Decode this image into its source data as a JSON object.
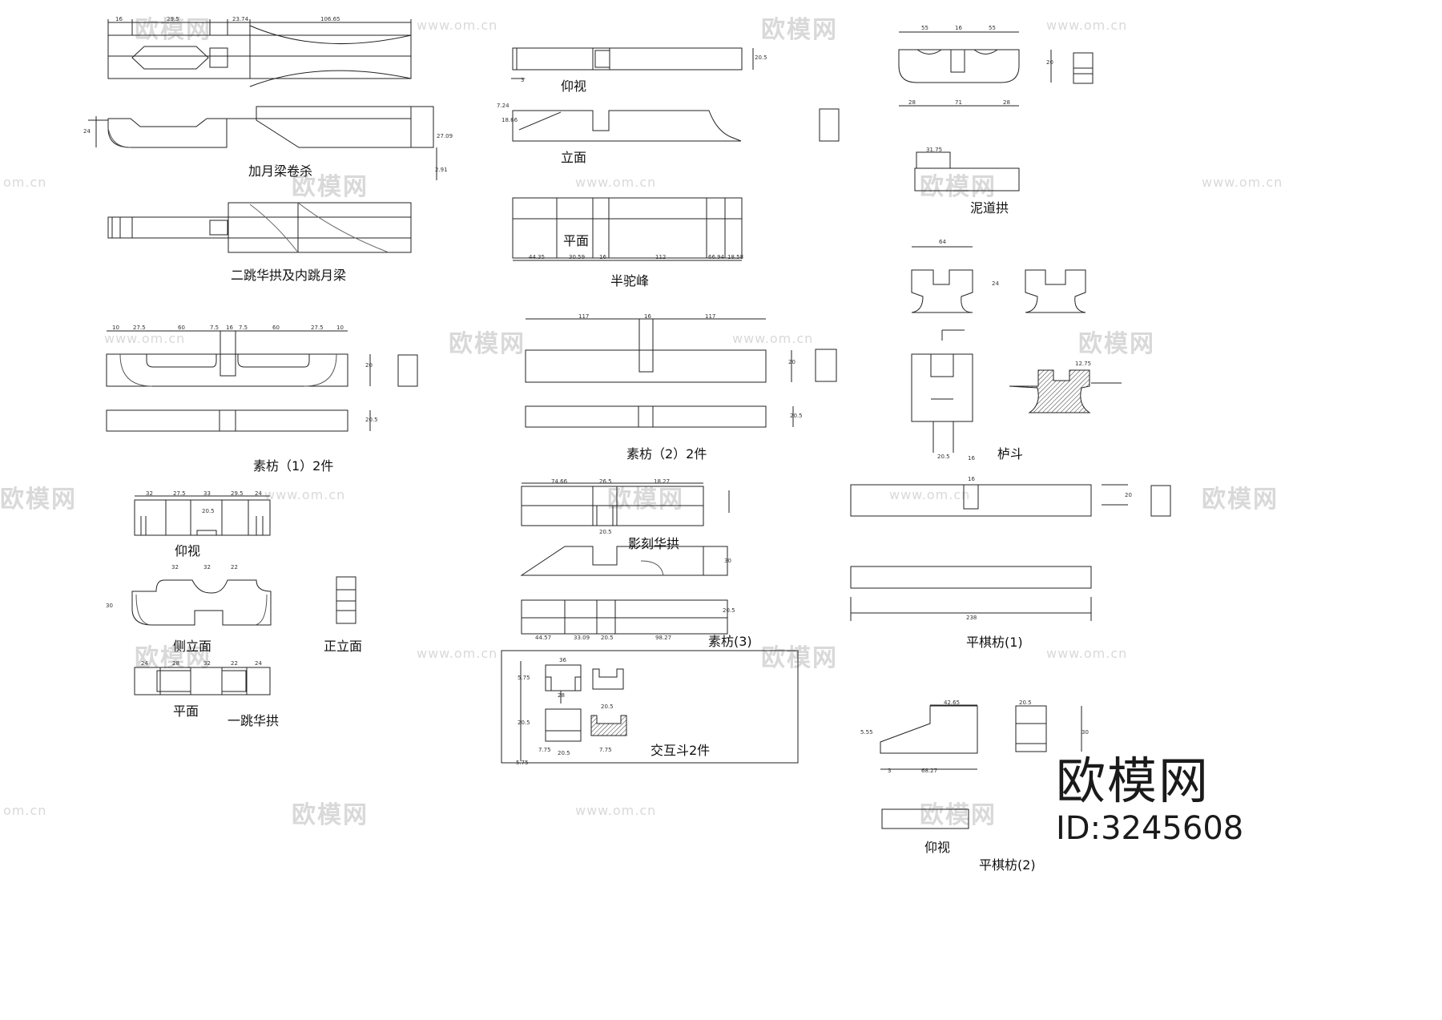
{
  "labels": {
    "jiayueliang": "加月梁卷杀",
    "ertiao": "二跳华拱及内跳月梁",
    "sufang1": "素枋（1）2件",
    "yangshi_a": "仰视",
    "celimian": "侧立面",
    "zhenglimian": "正立面",
    "pingmian_a": "平面",
    "yitiao": "一跳华拱",
    "yangshi_b": "仰视",
    "limian": "立面",
    "pingmian_b": "平面",
    "bantuofeng": "半驼峰",
    "sufang2": "素枋（2）2件",
    "yingke": "影刻华拱",
    "sufang3": "素枋(3)",
    "jiaohudou": "交互斗2件",
    "nidaogong": "泥道拱",
    "ludou": "栌斗",
    "pingqifang1": "平棋枋(1)",
    "yangshi_c": "仰视",
    "pingqifang2": "平棋枋(2)"
  },
  "dims": {
    "d_jy_1": "16",
    "d_jy_2": "29.5",
    "d_jy_3": "23.74",
    "d_jy_4": "106.65",
    "d_jy_5": "24",
    "d_jy_6": "27.09",
    "d_jy_7": "2.91",
    "d_sf1_a": "10",
    "d_sf1_b": "27.5",
    "d_sf1_c": "60",
    "d_sf1_d": "7.5",
    "d_sf1_e": "16",
    "d_sf1_f": "7.5",
    "d_sf1_g": "60",
    "d_sf1_h": "27.5",
    "d_sf1_i": "10",
    "d_sf1_j": "20",
    "d_sf1_k": "20.5",
    "d_yt_1": "32",
    "d_yt_2": "27.5",
    "d_yt_3": "33",
    "d_yt_4": "29.5",
    "d_yt_5": "24",
    "d_yt_6": "20.5",
    "d_yt_7": "32",
    "d_yt_8": "32",
    "d_yt_9": "22",
    "d_yt_10": "30",
    "d_yt_11": "24",
    "d_yt_12": "28",
    "d_yt_13": "32",
    "d_yt_14": "22",
    "d_yt_15": "24",
    "d_bt_1": "44.35",
    "d_bt_2": "30.59",
    "d_bt_3": "16",
    "d_bt_4": "112",
    "d_bt_5": "66.94",
    "d_bt_6": "18.58",
    "d_bt_7": "20.5",
    "d_bt_8": "3",
    "d_bt_9": "7.24",
    "d_bt_10": "18.66",
    "d_sf2_1": "117",
    "d_sf2_2": "16",
    "d_sf2_3": "117",
    "d_sf2_4": "20",
    "d_sf2_5": "20.5",
    "d_yk_1": "74.66",
    "d_yk_2": "26.5",
    "d_yk_3": "18.27",
    "d_yk_4": "20.5",
    "d_yk_5": "30",
    "d_sf3_1": "44.57",
    "d_sf3_2": "33.09",
    "d_sf3_3": "20.5",
    "d_sf3_4": "98.27",
    "d_sf3_5": "20.5",
    "d_jh_1": "36",
    "d_jh_2": "5.75",
    "d_jh_3": "28",
    "d_jh_4": "20.5",
    "d_jh_5": "20.5",
    "d_jh_6": "7.75",
    "d_jh_7": "20.5",
    "d_jh_8": "7.75",
    "d_jh_9": "5.75",
    "d_nd_1": "55",
    "d_nd_2": "16",
    "d_nd_3": "55",
    "d_nd_4": "28",
    "d_nd_5": "71",
    "d_nd_6": "28",
    "d_nd_7": "20",
    "d_nd_8": "31.75",
    "d_ld_1": "64",
    "d_ld_2": "24",
    "d_ld_3": "20.5",
    "d_ld_4": "16",
    "d_ld_5": "12.75",
    "d_pq1_1": "16",
    "d_pq1_2": "20",
    "d_pq1_3": "238",
    "d_pq2_1": "42.65",
    "d_pq2_2": "20.5",
    "d_pq2_3": "5.55",
    "d_pq2_4": "3",
    "d_pq2_5": "68.27",
    "d_pq2_6": "30"
  },
  "watermark": {
    "big": "欧模网",
    "url": "www.om.cn",
    "url_short": "om.cn",
    "big_short": "欧模网"
  },
  "brand": {
    "name": "欧模网",
    "id": "ID:3245608"
  }
}
